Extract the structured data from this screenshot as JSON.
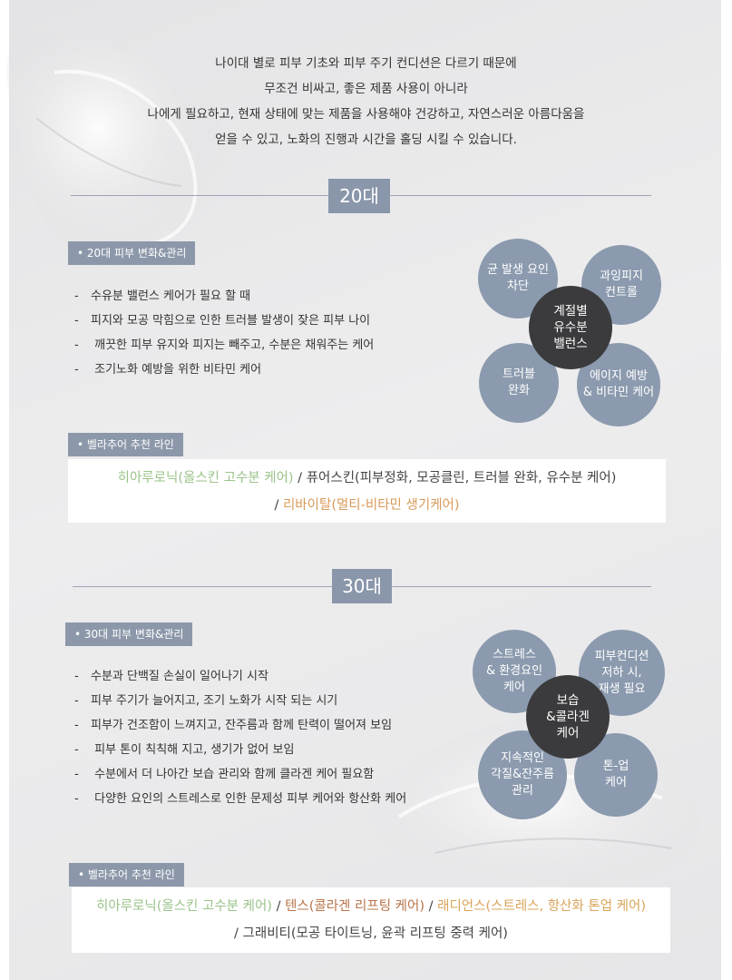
{
  "intro": {
    "lines": [
      "나이대 별로 피부 기초와 피부 주기 컨디션은 다르기 때문에",
      "무조건 비싸고, 좋은 제품 사용이 아니라",
      "나에게 필요하고, 현재 상태에 맞는 제품을 사용해야 건강하고, 자연스러운 아름다움을",
      "얻을 수 있고, 노화의 진행과 시간을 홀딩 시킬 수 있습니다."
    ]
  },
  "s20": {
    "age": "20대",
    "care_tag": "• 20대 피부 변화&관리",
    "items": [
      "수유분 밸런스 케어가 필요 할 때",
      "피지와 모공 막힘으로 인한 트러블 발생이 잦은 피부 나이",
      " 깨끗한 피부 유지와 피지는 빼주고, 수분은 채워주는 케어",
      " 조기노화 예방을 위한 비타민 케어"
    ],
    "dash": "-",
    "rec_tag": "• 벨라추어 추천 라인",
    "rec": {
      "p1": "히아루로닉(올스킨 고수분 케어)",
      "sep1": " / ",
      "p2": "퓨어스킨(피부정화, 모공클린, 트러블 완화, 유수분 케어)",
      "sep2": "/ ",
      "p3": "리바이탈(멀티-비타민 생기케어)"
    },
    "diagram": {
      "center": "계절별\n유수분\n밸런스",
      "tl": "균 발생 요인\n차단",
      "tr": "과잉피지\n컨트롤",
      "bl": "트러블\n완화",
      "br": "에이지 예방\n& 비타민 케어"
    }
  },
  "s30": {
    "age": "30대",
    "care_tag": "• 30대 피부 변화&관리",
    "items": [
      "수분과 단백질 손실이 일어나기 시작",
      "피부 주기가 늘어지고, 조기 노화가 시작 되는 시기",
      "피부가 건조함이 느껴지고, 잔주름과 함께 탄력이 떨어져 보임",
      " 피부 톤이 칙칙해 지고, 생기가 없어 보임",
      " 수분에서 더 나아간 보습 관리와 함께 클라겐 케어 필요함",
      " 다양한 요인의 스트레스로 인한 문제성 피부 케어와 항산화 케어"
    ],
    "dash": "-",
    "rec_tag": "• 벨라추어 추천 라인",
    "rec": {
      "p1": "히아루로닉(올스킨 고수분 케어)",
      "sep1": " / ",
      "p2": "텐스(콜라겐 리프팅 케어)",
      "sep2": " / ",
      "p3": "래디언스(스트레스, 항산화 톤업 케어)",
      "sep3": "/ ",
      "p4": "그래비티(모공 타이트닝, 윤곽 리프팅 중력 케어)"
    },
    "diagram": {
      "center": "보습\n&콜라겐\n케어",
      "tl": "스트레스\n& 환경요인\n케어",
      "tr": "피부컨디션\n저하 시,\n재생 필요",
      "bl": "지속적인\n각질&잔주름\n관리",
      "br": "톤-업\n케어"
    }
  }
}
